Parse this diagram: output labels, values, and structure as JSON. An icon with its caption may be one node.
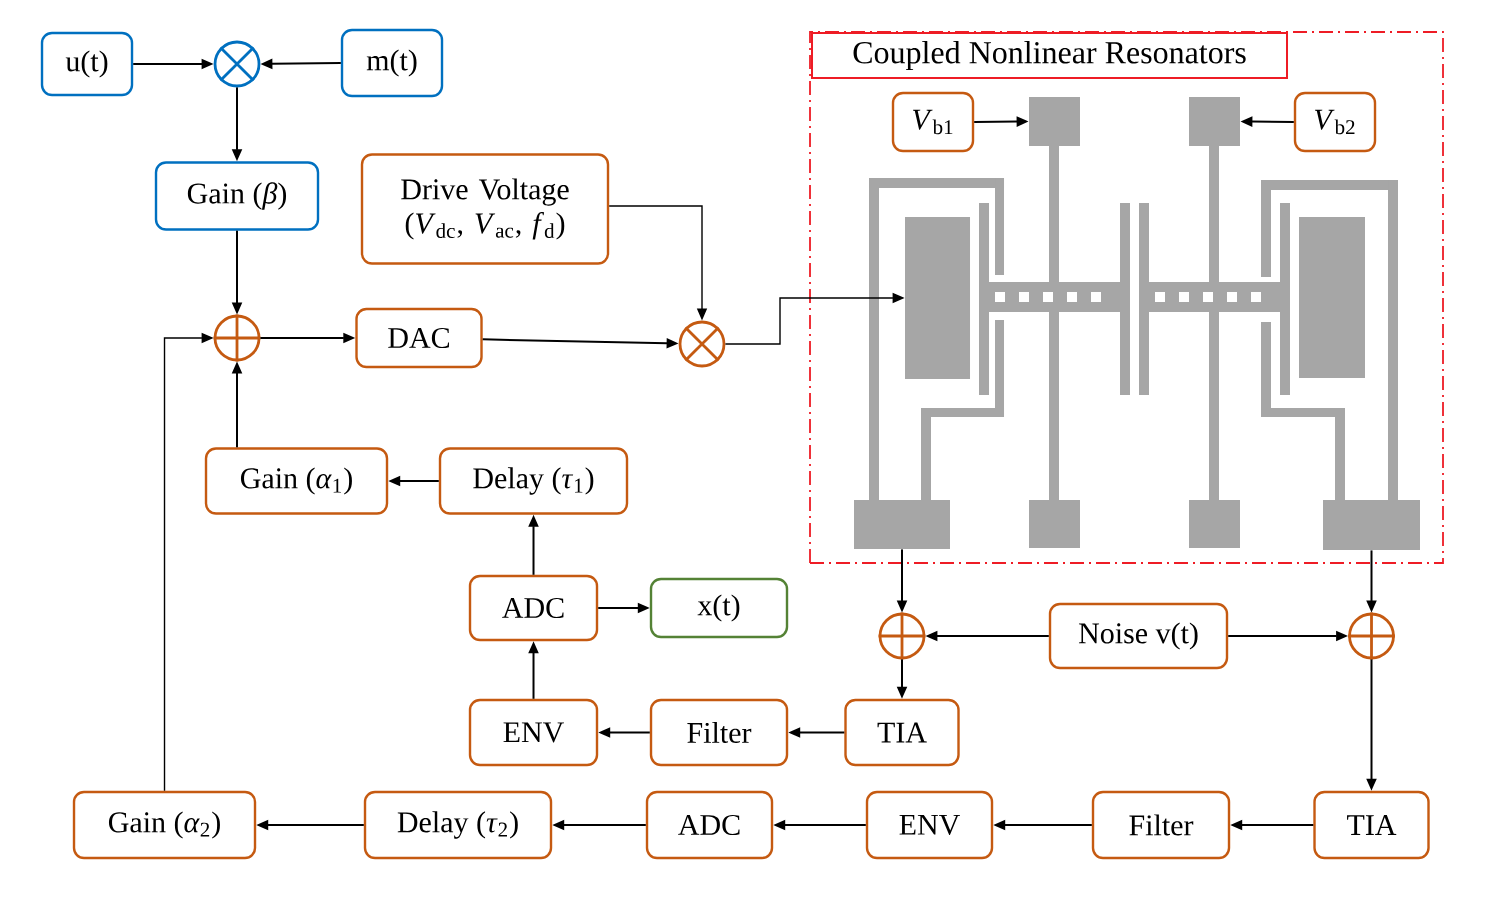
{
  "diagram": {
    "nodes": [
      {
        "text": [
          "u(t)"
        ]
      },
      {
        "text": [],
        "shape": "circle"
      },
      {
        "text": [
          "m(t)"
        ]
      },
      {
        "text": [
          "Gain (*β*)"
        ]
      },
      {
        "text": [
          "Drive Voltage (*V*$_{dc}$, *V*$_{ac}$, *f*$_{d}$)"
        ]
      },
      {
        "text": [],
        "shape": "circle"
      },
      {
        "text": [
          "DAC"
        ]
      },
      {
        "text": [],
        "shape": "circle"
      },
      {
        "text": [
          "Coupled Nonlinear Resonators"
        ]
      },
      {
        "text": [
          "*V*$_{b1}$"
        ],
        "in": 8
      },
      {
        "text": [
          "*V*$_{b2}$"
        ],
        "in": 8
      },
      {
        "text": [],
        "shape": "box",
        "in": 8
      },
      {
        "text": [],
        "shape": "box",
        "in": 8
      },
      {
        "text": [],
        "shape": "box",
        "in": 8
      },
      {
        "text": [],
        "shape": "box",
        "in": 8
      },
      {
        "text": [],
        "shape": "box",
        "in": 8
      },
      {
        "text": [
          "Gain (*α*$_{1}$)"
        ]
      },
      {
        "text": [
          "Delay (*τ*$_{1}$)"
        ]
      },
      {
        "text": [
          "ADC"
        ]
      },
      {
        "text": [
          "x(t)"
        ]
      },
      {
        "text": [],
        "shape": "circle"
      },
      {
        "text": [
          "Noise v(t)"
        ]
      },
      {
        "text": [],
        "shape": "circle"
      },
      {
        "text": [
          "ENV"
        ]
      },
      {
        "text": [
          "Filter"
        ]
      },
      {
        "text": [
          "TIA"
        ]
      },
      {
        "text": [
          "Gain (*α*$_{2}$)"
        ]
      },
      {
        "text": [
          "Delay (*τ*$_{2}$)"
        ]
      },
      {
        "text": [
          "ADC"
        ]
      },
      {
        "text": [
          "ENV"
        ]
      },
      {
        "text": [
          "Filter"
        ]
      },
      {
        "text": [
          "TIA"
        ]
      }
    ],
    "edges": [
      {
        "from": 0,
        "to": 1,
        "arrow": "to"
      },
      {
        "from": 2,
        "to": 1,
        "arrow": "to"
      },
      {
        "from": 1,
        "to": 3,
        "arrow": "to"
      },
      {
        "from": 3,
        "to": 5,
        "arrow": "to"
      },
      {
        "from": 5,
        "to": 6,
        "arrow": "to"
      },
      {
        "from": 6,
        "to": 7,
        "arrow": "to"
      },
      {
        "from": 4,
        "to": 7,
        "arrow": "to"
      },
      {
        "from": 7,
        "to": 13,
        "arrow": "to"
      },
      {
        "from": 9,
        "to": 11,
        "arrow": "to"
      },
      {
        "from": 10,
        "to": 12,
        "arrow": "to"
      },
      {
        "from": 14,
        "to": 20,
        "arrow": "to"
      },
      {
        "from": 15,
        "to": 22,
        "arrow": "to"
      },
      {
        "from": 21,
        "to": 20,
        "arrow": "to"
      },
      {
        "from": 21,
        "to": 22,
        "arrow": "to"
      },
      {
        "from": 20,
        "to": 25,
        "arrow": "to"
      },
      {
        "from": 22,
        "to": 31,
        "arrow": "to"
      },
      {
        "from": 25,
        "to": 24,
        "arrow": "to"
      },
      {
        "from": 24,
        "to": 23,
        "arrow": "to"
      },
      {
        "from": 23,
        "to": 18,
        "arrow": "to"
      },
      {
        "from": 18,
        "to": 19,
        "arrow": "to"
      },
      {
        "from": 18,
        "to": 17,
        "arrow": "to"
      },
      {
        "from": 17,
        "to": 16,
        "arrow": "to"
      },
      {
        "from": 16,
        "to": 5,
        "arrow": "to"
      },
      {
        "from": 31,
        "to": 30,
        "arrow": "to"
      },
      {
        "from": 30,
        "to": 29,
        "arrow": "to"
      },
      {
        "from": 29,
        "to": 28,
        "arrow": "to"
      },
      {
        "from": 28,
        "to": 27,
        "arrow": "to"
      },
      {
        "from": 27,
        "to": 26,
        "arrow": "to"
      },
      {
        "from": 26,
        "to": 5,
        "arrow": "to"
      }
    ]
  }
}
